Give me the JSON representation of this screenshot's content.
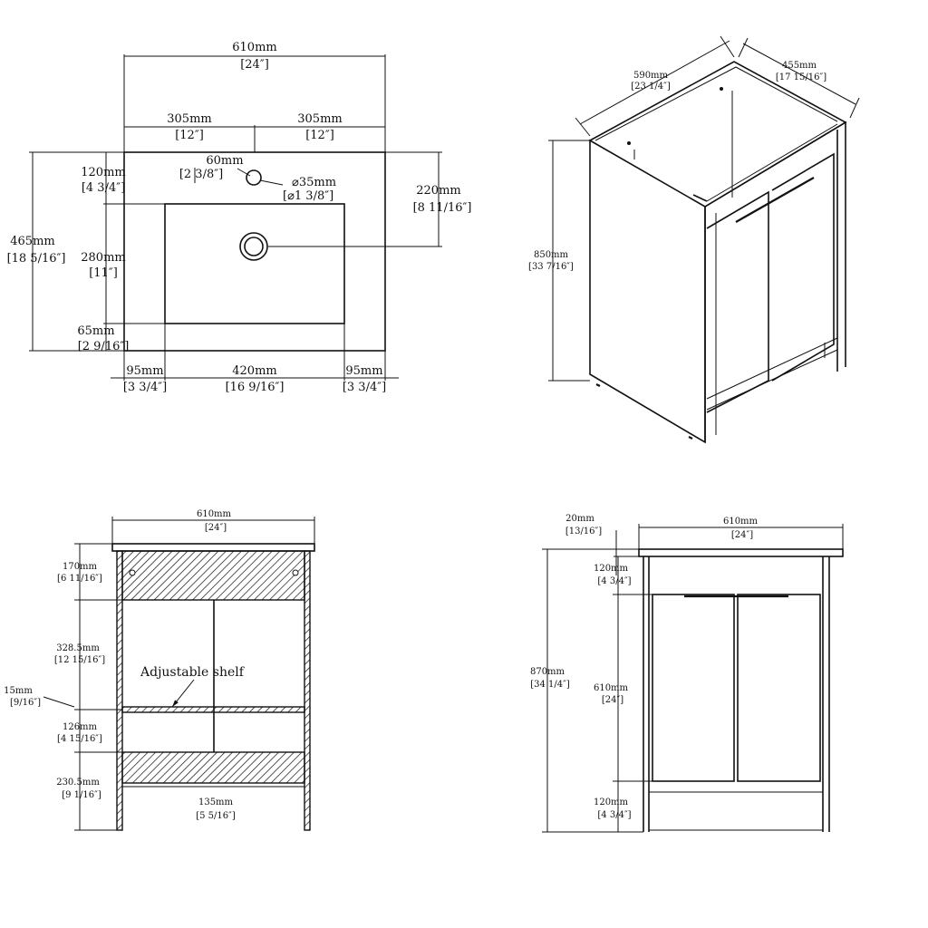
{
  "top_view": {
    "width_mm": "610mm",
    "width_in": "[24″]",
    "half_left_mm": "305mm",
    "half_left_in": "[12″]",
    "half_right_mm": "305mm",
    "half_right_in": "[12″]",
    "faucet_offset_mm": "60mm",
    "faucet_offset_in": "[2 3/8″]",
    "hole_dia_mm": "⌀35mm",
    "hole_dia_in": "[⌀1 3/8″]",
    "back_margin_mm": "120mm",
    "back_margin_in": "[4 3/4″]",
    "depth_mm": "465mm",
    "depth_in": "[18 5/16″]",
    "bowl_depth_mm": "280mm",
    "bowl_depth_in": "[11″]",
    "front_margin_mm": "65mm",
    "front_margin_in": "[2 9/16″]",
    "drain_mm": "220mm",
    "drain_in": "[8 11/16″]",
    "side_left_mm": "95mm",
    "side_left_in": "[3 3/4″]",
    "bowl_width_mm": "420mm",
    "bowl_width_in": "[16 9/16″]",
    "side_right_mm": "95mm",
    "side_right_in": "[3 3/4″]"
  },
  "iso_view": {
    "width_mm": "590mm",
    "width_in": "[23 1/4″]",
    "depth_mm": "455mm",
    "depth_in": "[17 15/16″]",
    "height_mm": "850mm",
    "height_in": "[33 7/16″]"
  },
  "section_view": {
    "width_mm": "610mm",
    "width_in": "[24″]",
    "top_mm": "170mm",
    "top_in": "[6 11/16″]",
    "upper_mm": "328.5mm",
    "upper_in": "[12 15/16″]",
    "shelf_label": "Adjustable shelf",
    "shelf_thk_mm": "15mm",
    "shelf_thk_in": "[9/16″]",
    "mid_mm": "126mm",
    "mid_in": "[4 15/16″]",
    "bottom_mm": "230.5mm",
    "bottom_in": "[9 1/16″]",
    "open_mm": "135mm",
    "open_in": "[5 5/16″]"
  },
  "front_view": {
    "top_thk_mm": "20mm",
    "top_thk_in": "[13/16″]",
    "width_mm": "610mm",
    "width_in": "[24″]",
    "apron_mm": "120mm",
    "apron_in": "[4 3/4″]",
    "height_mm": "870mm",
    "height_in": "[34 1/4″]",
    "door_mm": "610mm",
    "door_in": "[24″]",
    "base_mm": "120mm",
    "base_in": "[4 3/4″]"
  }
}
